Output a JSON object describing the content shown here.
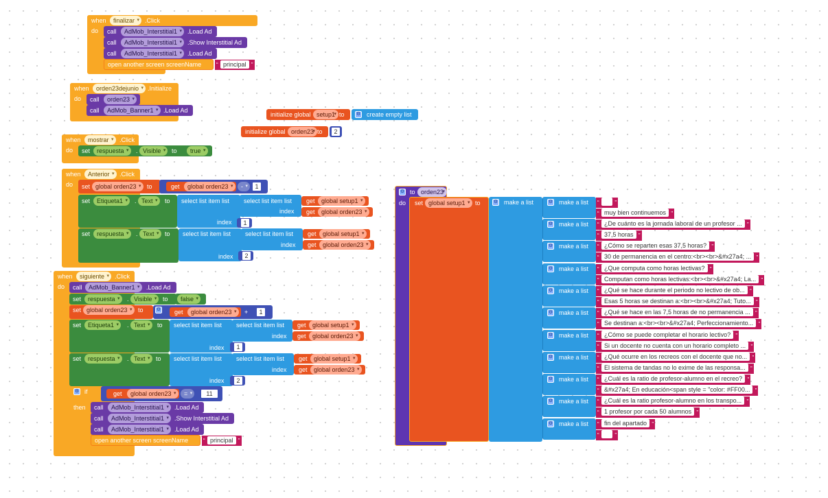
{
  "kw": {
    "when": "when",
    "do": "do",
    "call": "call",
    "set": "set",
    "to": "to",
    "click": ".Click",
    "initialize": ".Initialize",
    "load_ad": ".Load Ad",
    "show_interstitial": ".Show Interstitial Ad",
    "open_screen": "open another screen  screenName",
    "text": "Text",
    "visible": "Visible",
    "select_list_item": "select list item  list",
    "index": "index",
    "get": "get",
    "if": "if",
    "then": "then",
    "init_global": "initialize global",
    "create_empty_list": "create empty list",
    "make_list": "make a list",
    "dot": "."
  },
  "components": {
    "finalizar": "finalizar",
    "admob_interstitial": "AdMob_Interstitial1",
    "orden23dejunio": "orden23dejunio",
    "orden23": "orden23",
    "admob_banner": "AdMob_Banner1",
    "mostrar": "mostrar",
    "respuesta": "respuesta",
    "anterior": "Anterior",
    "etiqueta": "Etiqueta1",
    "siguiente": "siguiente"
  },
  "vars": {
    "global_orden23": "global orden23",
    "global_setup1": "global setup1",
    "setup1": "setup1",
    "orden23": "orden23"
  },
  "values": {
    "principal": "principal",
    "true": "true",
    "false": "false",
    "n1": "1",
    "n2": "2",
    "n11": "11",
    "minus": "-",
    "plus": "+",
    "eq": "=",
    "init_orden23": "2"
  },
  "procedure": {
    "to": "to",
    "name": "orden23"
  },
  "strings": [
    "",
    "muy bien continuemos",
    "¿De cuánto es la jornada laboral de un profesor ...",
    "37,5 horas",
    "¿Cómo se reparten esas 37,5 horas?",
    "30 de permanencia en el centro:<br><br>&#x27a4; ...",
    "¿Que computa como horas lectivas?",
    "Computan como horas lectivas:<br><br>&#x27a4; La...",
    "¿Qué se hace durante el periodo no lectivo de ob...",
    "Esas 5 horas se destinan a:<br><br>&#x27a4; Tuto...",
    "¿Qué se hace en las 7,5 horas de no permanencia ...",
    "Se destinan a:<br><br>&#x27a4; Perfeccionamiento...",
    "¿Cómo se puede completar el horario lectivo?",
    "Si un docente no cuenta con un horario completo ...",
    "¿Qué ocurre en los recreos con el docente que no...",
    "El sistema de tandas no lo exime de las responsa...",
    "¿Cuál es la ratio de profesor-alumno en el recreo?",
    "&#x27a4; En educación<span style = \"color: #FF00...",
    "¿Cuál es la ratio profesor-alumno en los transpo...",
    "1 profesor por cada 50 alumnos",
    "fin del apartado",
    ""
  ]
}
